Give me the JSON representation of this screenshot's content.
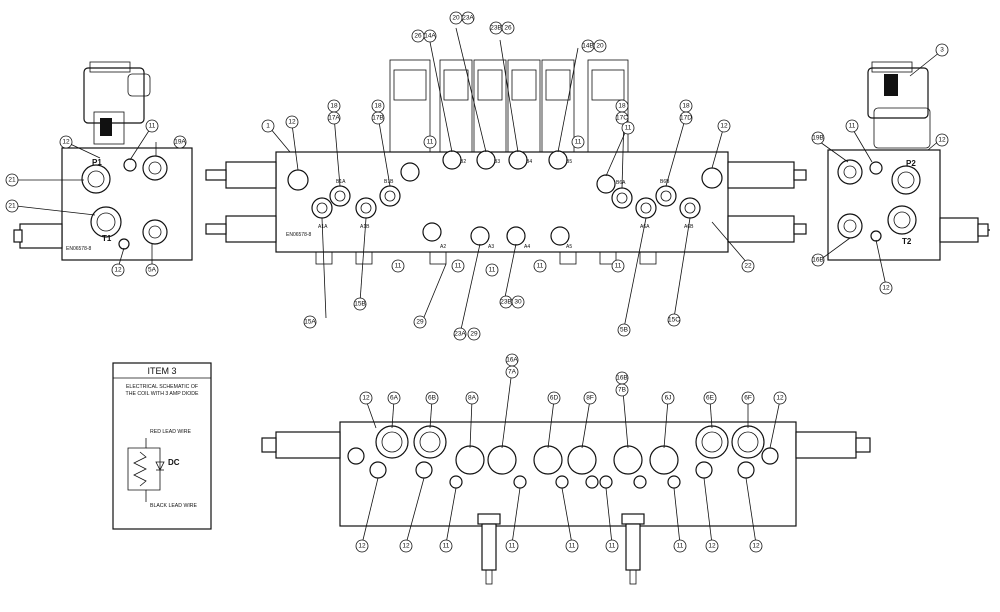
{
  "item_box": {
    "title": "ITEM 3",
    "line1": "ELECTRICAL SCHEMATIC OF",
    "line2": "THE COIL WITH 3 AMP DIODE",
    "red": "RED LEAD WIRE",
    "black": "BLACK LEAD WIRE",
    "dc": "DC"
  },
  "port_labels": {
    "p1": "P1",
    "t1": "T1",
    "p2": "P2",
    "t2": "T2",
    "b1a": "B1A",
    "b1b": "B1B",
    "a1a": "A1A",
    "a1b": "A1B",
    "b2": "B2",
    "b3": "B3",
    "b4": "B4",
    "b5": "B5",
    "a2": "A2",
    "a3": "A3",
    "a4": "A4",
    "a5": "A5",
    "b6a": "B6A",
    "b6b": "B6B",
    "a6a": "A6A",
    "a6b": "A6B"
  },
  "part_numbers": [
    "EN06578-8",
    "EN06578-8"
  ],
  "callouts": {
    "c1": "1",
    "c3": "3",
    "c11": "11",
    "c12": "12",
    "c18": "18",
    "c20": "20",
    "c21": "21",
    "c22": "22",
    "c6a": "6A",
    "c6b": "6B",
    "c6d": "6D",
    "c6e": "6E",
    "c6f": "6F",
    "c6j": "6J",
    "c7a": "7A",
    "c7b": "7B",
    "c8a": "8A",
    "c8f": "8F",
    "c14a": "14A",
    "c14b": "14B",
    "c15a": "15A",
    "c15b": "15B",
    "c15c": "15C",
    "c16a": "16A",
    "c16b": "16B",
    "c17a": "17A",
    "c17b": "17B",
    "c17c": "17C",
    "c17d": "17D",
    "c19a": "19A",
    "c19b": "19B",
    "c23a": "23A",
    "c23b": "23B",
    "c26": "26",
    "c5a": "5A",
    "c5b": "5B",
    "c29": "29",
    "c30": "30"
  }
}
